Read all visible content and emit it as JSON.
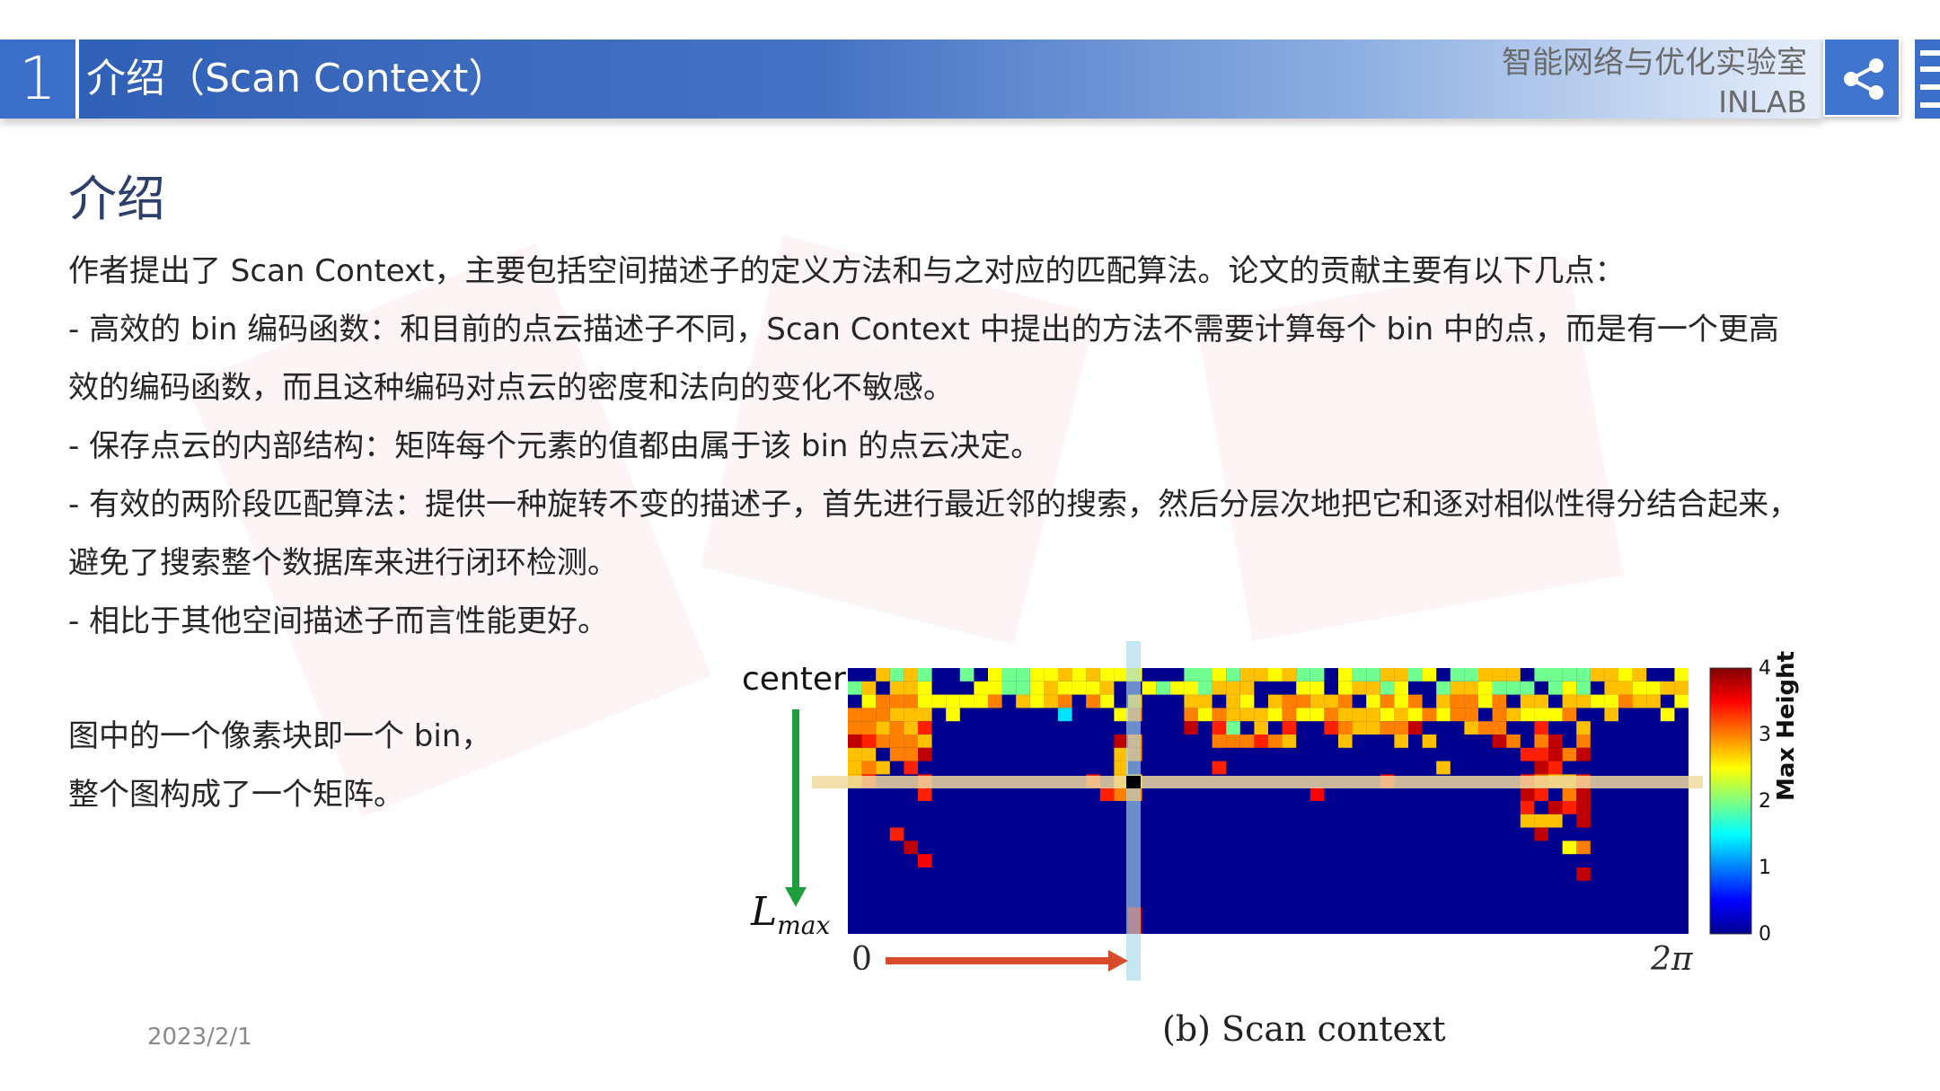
{
  "header": {
    "section_number": "1",
    "title": "介绍（Scan Context）",
    "lab_name": "智能网络与优化实验室",
    "lab_abbr": "INLAB",
    "share_icon": "share-icon"
  },
  "content": {
    "heading": "介绍",
    "paragraphs": [
      "作者提出了 Scan Context，主要包括空间描述子的定义方法和与之对应的匹配算法。论文的贡献主要有以下几点：",
      "- 高效的 bin 编码函数：和目前的点云描述子不同，Scan Context 中提出的方法不需要计算每个 bin 中的点，而是有一个更高",
      "效的编码函数，而且这种编码对点云的密度和法向的变化不敏感。",
      "- 保存点云的内部结构：矩阵每个元素的值都由属于该 bin 的点云决定。",
      "- 有效的两阶段匹配算法：提供一种旋转不变的描述子，首先进行最近邻的搜索，然后分层次地把它和逐对相似性得分结合起来，",
      "避免了搜索整个数据库来进行闭环检测。",
      "- 相比于其他空间描述子而言性能更好。"
    ],
    "note_lines": [
      "图中的一个像素块即一个 bin，",
      "整个图构成了一个矩阵。"
    ]
  },
  "figure": {
    "label_center": "center",
    "label_lmax_base": "L",
    "label_lmax_sub": "max",
    "tick_start": "0",
    "tick_end": "2π",
    "caption": "(b)  Scan context",
    "colorbar_label": "Max Height",
    "colorbar_ticks": [
      "4",
      "3",
      "2",
      "1",
      "0"
    ],
    "colormap": "jet",
    "background_color": "#00008f"
  },
  "footer": {
    "date": "2023/2/1"
  },
  "colors": {
    "header_blue": "#3a6ec9",
    "arrow_green": "#1e9e3c",
    "arrow_red": "#d94a2a"
  }
}
